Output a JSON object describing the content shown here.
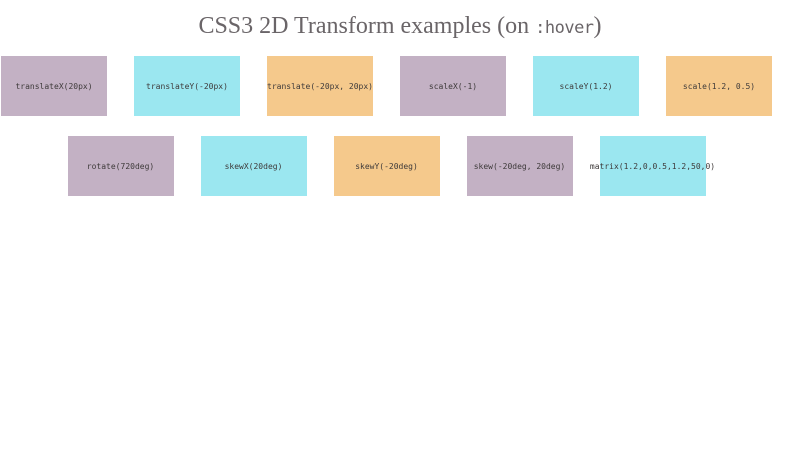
{
  "header": {
    "title_prefix": "CSS3 2D Transform examples (on ",
    "title_code": ":hover",
    "title_suffix": ")"
  },
  "palette": {
    "mauve": "#c3b1c4",
    "cyan": "#9be7f0",
    "orange": "#f5c98c",
    "title_text": "#6a6568",
    "label_text": "#3e3a3a",
    "background": "#ffffff"
  },
  "boxes": [
    {
      "label": "translateX(20px)",
      "color": "#c3b1c4"
    },
    {
      "label": "translateY(-20px)",
      "color": "#9be7f0"
    },
    {
      "label": "translate(-20px, 20px)",
      "color": "#f5c98c"
    },
    {
      "label": "scaleX(-1)",
      "color": "#c3b1c4"
    },
    {
      "label": "scaleY(1.2)",
      "color": "#9be7f0"
    },
    {
      "label": "scale(1.2, 0.5)",
      "color": "#f5c98c"
    },
    {
      "label": "rotate(720deg)",
      "color": "#c3b1c4"
    },
    {
      "label": "skewX(20deg)",
      "color": "#9be7f0"
    },
    {
      "label": "skewY(-20deg)",
      "color": "#f5c98c"
    },
    {
      "label": "skew(-20deg, 20deg)",
      "color": "#c3b1c4"
    },
    {
      "label": "matrix(1.2,0,0.5,1.2,50,0)",
      "color": "#9be7f0"
    }
  ]
}
